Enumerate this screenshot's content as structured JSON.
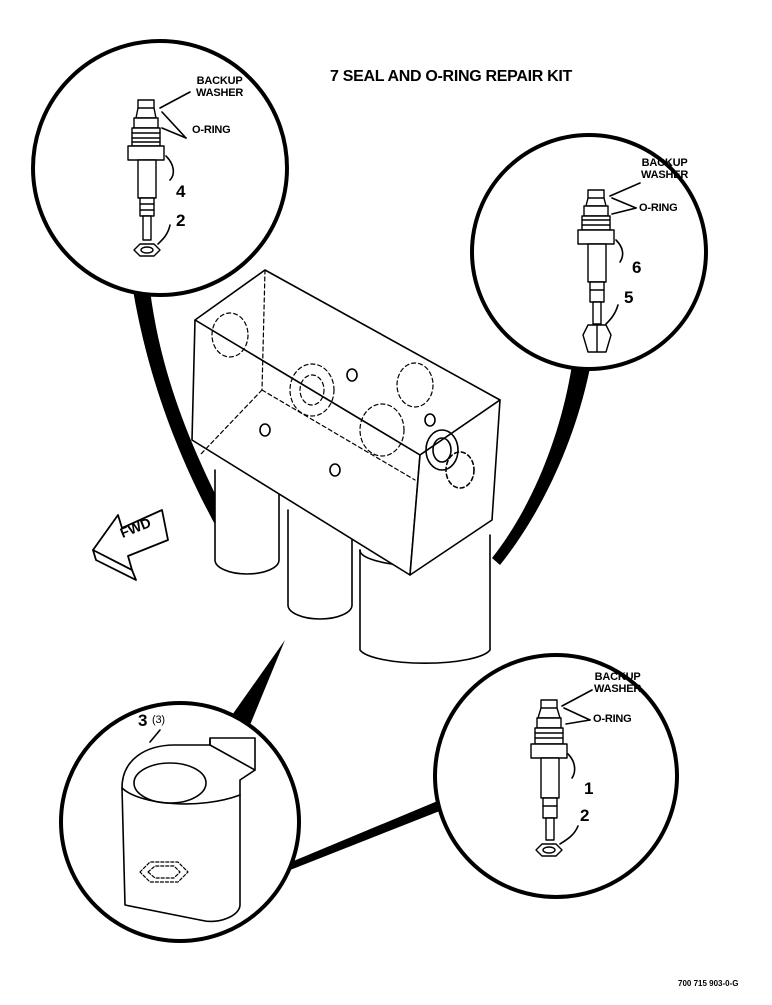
{
  "title": "7 SEAL AND O-RING REPAIR KIT",
  "footer_code": "700 715 903-0-G",
  "fwd_label": "FWD",
  "callouts": {
    "top_left": {
      "backup_label": "BACKUP WASHER",
      "oring_label": "O-RING",
      "part_number": "4",
      "nut_number": "2"
    },
    "top_right": {
      "backup_label": "BACKUP WASHER",
      "oring_label": "O-RING",
      "part_number": "6",
      "nut_number": "5"
    },
    "bottom_right": {
      "backup_label": "BACKUP WASHER",
      "oring_label": "O-RING",
      "part_number": "1",
      "nut_number": "2"
    },
    "bottom_left": {
      "part_number": "3",
      "quantity": "(3)"
    }
  },
  "colors": {
    "ink": "#000000",
    "paper": "#ffffff"
  }
}
